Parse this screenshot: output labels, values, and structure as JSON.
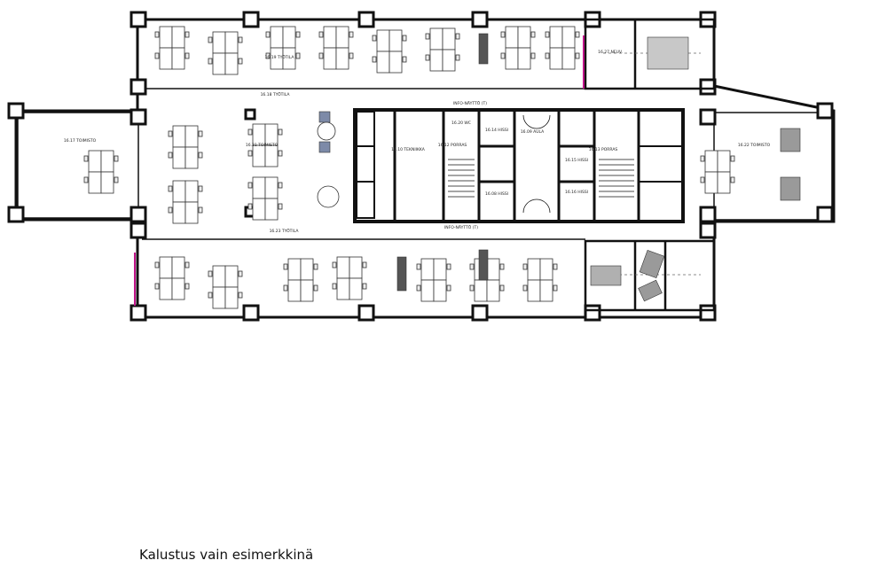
{
  "caption": "Kalustus vain esimerkkinä",
  "rooms": [
    {
      "id": "16.17",
      "label": "16.17 TOIMISTO",
      "at": "west-wing"
    },
    {
      "id": "16.18",
      "label": "16.18 TYÖTILA",
      "at": "north-left"
    },
    {
      "id": "16.19",
      "label": "16.19 TYÖTILA",
      "at": "north-mid"
    },
    {
      "id": "16.21",
      "label": "16.21 TOIMISTO",
      "at": "open-center"
    },
    {
      "id": "16.23",
      "label": "16.23 TYÖTILA",
      "at": "south-mid"
    },
    {
      "id": "16.10",
      "label": "16.10 TEKNIIKKA",
      "at": "core"
    },
    {
      "id": "16.12",
      "label": "16.12 PORRAS",
      "at": "stair-left"
    },
    {
      "id": "16.13",
      "label": "16.13 PORRAS",
      "at": "stair-right"
    },
    {
      "id": "16.15",
      "label": "16.15 HISSI",
      "at": "lift-3"
    },
    {
      "id": "16.16",
      "label": "16.16 HISSI",
      "at": "lift-4"
    },
    {
      "id": "16.14",
      "label": "16.14 HISSI",
      "at": "lift-1"
    },
    {
      "id": "16.08",
      "label": "16.08 HISSI",
      "at": "lift-2"
    },
    {
      "id": "16.20",
      "label": "16.20 WC",
      "at": "wc"
    },
    {
      "id": "16.22",
      "label": "16.22 TOIMISTO",
      "at": "east-wing"
    },
    {
      "id": "16.27",
      "label": "16.27 NEUV.",
      "at": "meeting-ne"
    },
    {
      "id": "16.09",
      "label": "16.09 AULA",
      "at": "lobby"
    }
  ],
  "corridor_labels": [
    "INFO-NÄYTTÖ (T)",
    "INFO-NÄYTTÖ (T)"
  ]
}
